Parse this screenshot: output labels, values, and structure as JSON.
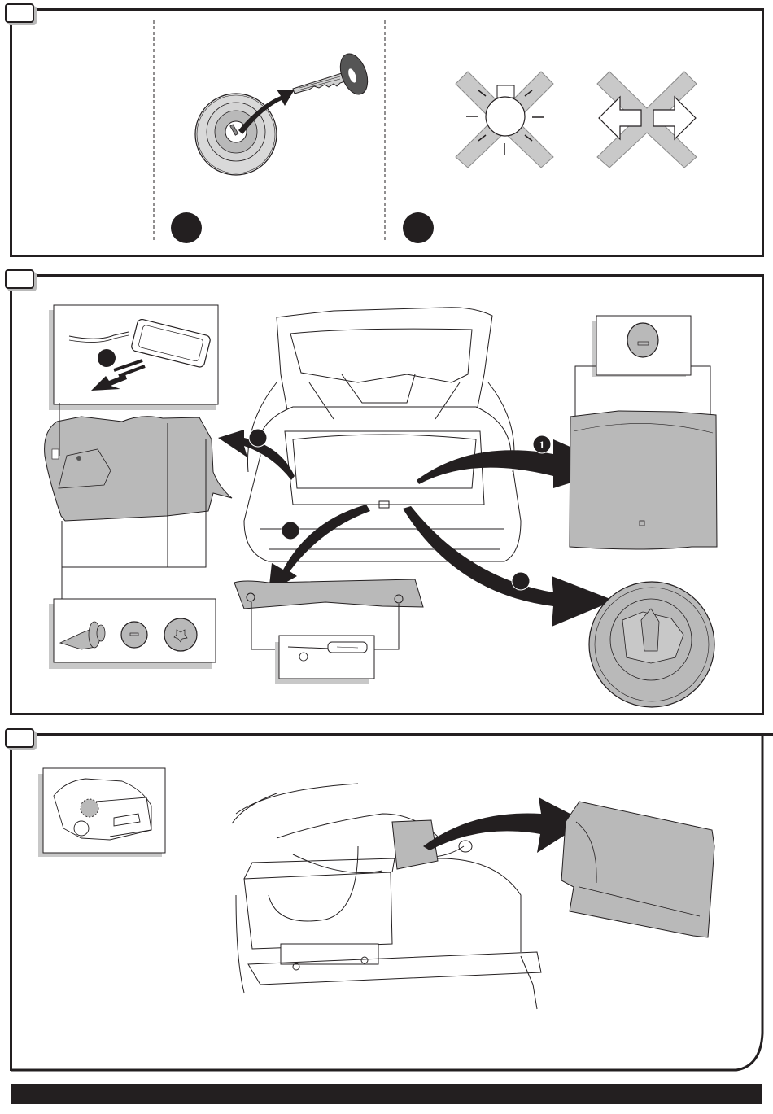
{
  "document": {
    "type": "installation-instruction-sheet",
    "panels": [
      {
        "id": "panel-1",
        "sections": [
          {
            "id": "blank-section",
            "content": "empty"
          },
          {
            "id": "ignition-key-section",
            "illustration": "remove-ignition-key",
            "marker": "filled-circle"
          },
          {
            "id": "warnings-section",
            "illustration": [
              "lights-off-crossed",
              "indicators-off-crossed"
            ],
            "marker": "filled-circle"
          }
        ]
      },
      {
        "id": "panel-2",
        "illustration": "open-boot-trim-removal",
        "step_markers": [
          {
            "id": "marker-left-trim",
            "label": ""
          },
          {
            "id": "marker-boot-floor",
            "label": "1"
          },
          {
            "id": "marker-sill-trim",
            "label": ""
          },
          {
            "id": "marker-spare-wheel",
            "label": ""
          }
        ],
        "insets": [
          "boot-lamp-unplug",
          "panel-clip",
          "fasteners",
          "screwdriver-torx"
        ]
      },
      {
        "id": "panel-3",
        "illustration": "battery-cover-removal",
        "insets": [
          "car-rear-locator"
        ]
      }
    ]
  },
  "colors": {
    "ink": "#231f20",
    "part_fill": "#b9b9b9",
    "shadow": "#c8c8c8",
    "cross_fill": "#c9c9c9",
    "paper": "#ffffff"
  }
}
